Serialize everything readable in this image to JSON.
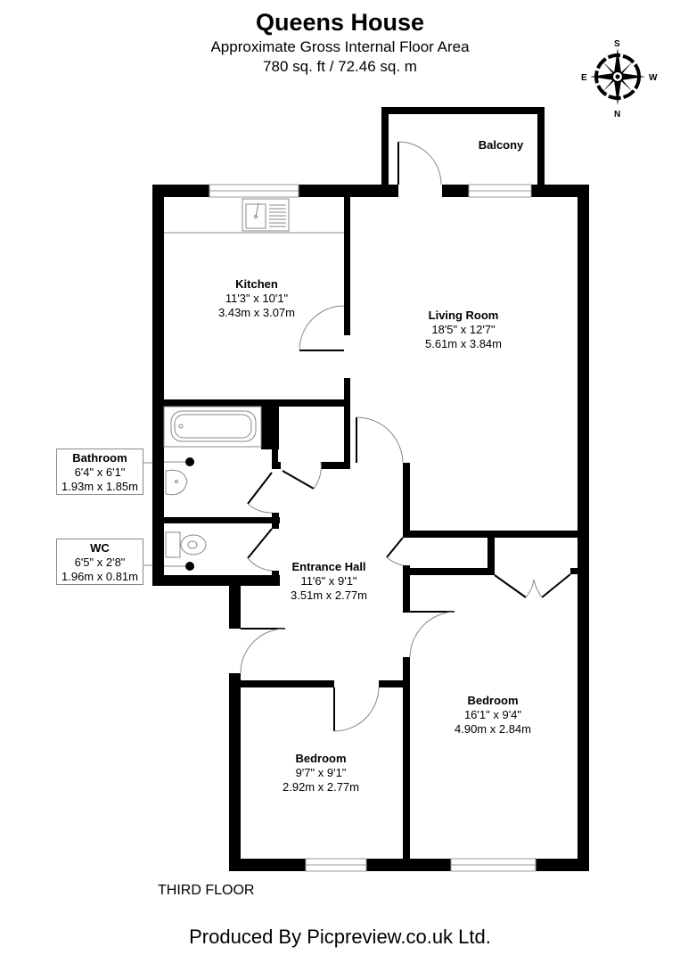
{
  "header": {
    "title": "Queens House",
    "subtitle": "Approximate Gross Internal Floor Area",
    "area": "780 sq. ft / 72.46 sq. m"
  },
  "compass": {
    "n": "N",
    "s": "S",
    "e": "E",
    "w": "W"
  },
  "rooms": {
    "balcony": {
      "name": "Balcony"
    },
    "kitchen": {
      "name": "Kitchen",
      "imperial": "11'3\" x 10'1\"",
      "metric": "3.43m x 3.07m"
    },
    "living_room": {
      "name": "Living Room",
      "imperial": "18'5\" x 12'7\"",
      "metric": "5.61m x 3.84m"
    },
    "bathroom": {
      "name": "Bathroom",
      "imperial": "6'4\" x 6'1\"",
      "metric": "1.93m x 1.85m"
    },
    "wc": {
      "name": "WC",
      "imperial": "6'5\" x 2'8\"",
      "metric": "1.96m x 0.81m"
    },
    "entrance_hall": {
      "name": "Entrance Hall",
      "imperial": "11'6\" x 9'1\"",
      "metric": "3.51m x 2.77m"
    },
    "bedroom_large": {
      "name": "Bedroom",
      "imperial": "16'1\" x 9'4\"",
      "metric": "4.90m x 2.84m"
    },
    "bedroom_small": {
      "name": "Bedroom",
      "imperial": "9'7\" x 9'1\"",
      "metric": "2.92m x 2.77m"
    }
  },
  "floor_label": "THIRD FLOOR",
  "footer": "Produced By Picpreview.co.uk Ltd.",
  "colors": {
    "wall": "#000000",
    "fixture_line": "#888888",
    "background": "#ffffff"
  }
}
